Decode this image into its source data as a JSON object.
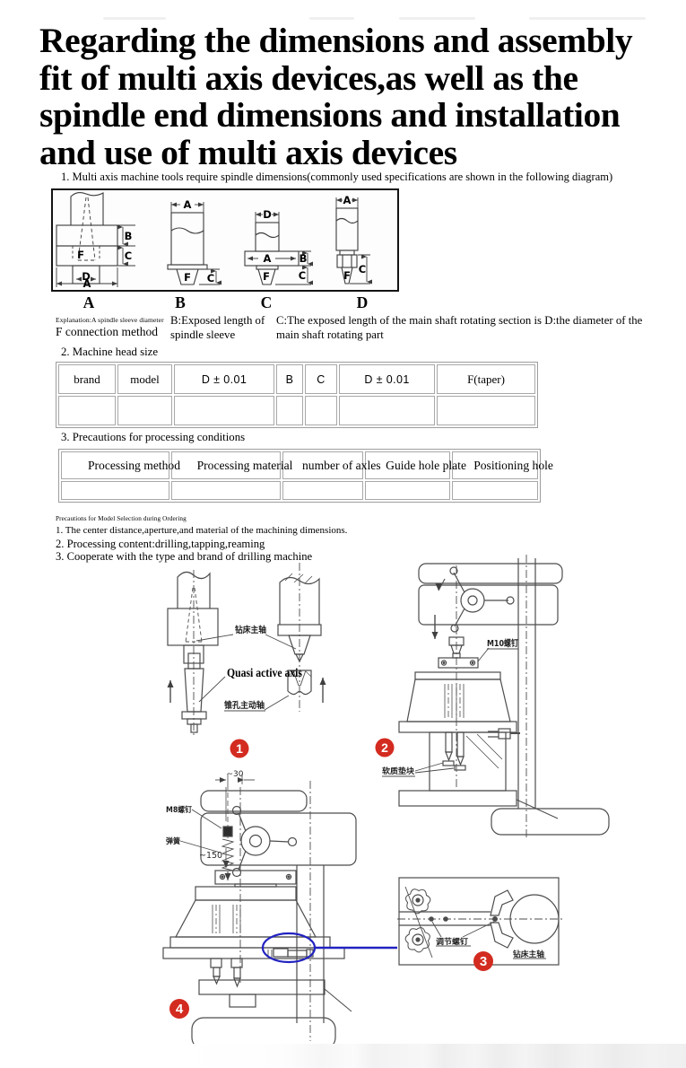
{
  "title": "Regarding the dimensions and assembly fit of multi axis devices,as well as the spindle end dimensions and installation and use of multi axis devices",
  "intro": "1. Multi axis machine tools require spindle dimensions(commonly used specifications are shown in the following diagram)",
  "spec_figure": {
    "variants": [
      "A",
      "B",
      "C",
      "D"
    ],
    "dims": {
      "a": "A",
      "b": "B",
      "c": "C",
      "d": "D",
      "f": "F"
    }
  },
  "explanation": {
    "note": "Explanation:A spindle sleeve diameter",
    "f_line": "F connection method",
    "b_line": "B:Exposed length of spindle sleeve",
    "cd_line": "C:The exposed length of the main shaft rotating section is D:the diameter of the main shaft rotating part"
  },
  "machine_head": {
    "heading": "2. Machine head size",
    "headers": [
      "brand",
      "model",
      "D ± 0.01",
      "B",
      "C",
      "D ± 0.01",
      "F(taper)"
    ]
  },
  "processing": {
    "heading": "3. Precautions for processing conditions",
    "headers": [
      "Processing method",
      "Processing material",
      "number of axles",
      "Guide hole plate",
      "Positioning hole"
    ]
  },
  "ordering": {
    "small_heading": "Precautions for Model Selection during Ordering",
    "items": [
      "1. The center distance,aperture,and material of the machining dimensions.",
      "2. Processing content:drilling,tapping,reaming",
      "3. Cooperate with the type and brand of drilling machine"
    ]
  },
  "figures": {
    "fig1": {
      "num": "1",
      "drill_spindle": "钻床主轴",
      "quasi": "Quasi active axis",
      "taper_shaft": "锥孔主动轴"
    },
    "fig2": {
      "num": "2",
      "m10_screw": "M10螺钉",
      "soft_pad": "软质垫块"
    },
    "fig3": {
      "num": "3",
      "adjust_screw": "调节螺钉",
      "drill_spindle": "钻床主轴"
    },
    "fig4": {
      "num": "4",
      "m8_screw": "M8螺钉",
      "spring": "弹簧",
      "dim30": "~30",
      "dim150": "~150"
    }
  },
  "colors": {
    "accent_red": "#d32b20",
    "callout_blue": "#2222c0",
    "line": "#4c4c4c"
  }
}
